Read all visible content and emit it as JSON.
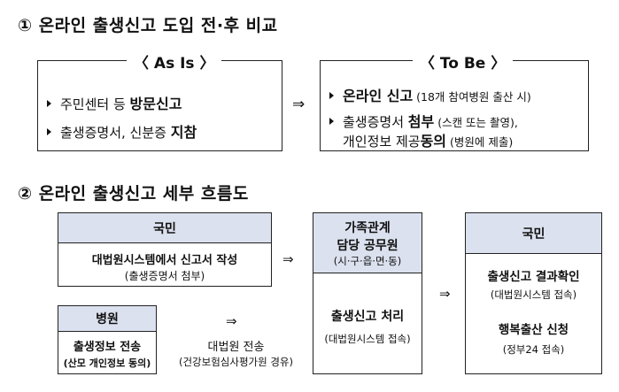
{
  "section1": {
    "title": "① 온라인 출생신고 도입 전·후 비교"
  },
  "asis": {
    "header": "〈 As Is 〉",
    "item1_normal": "주민센터 등 ",
    "item1_bold": "방문신고",
    "item2_normal": "출생증명서, 신분증 ",
    "item2_bold": "지참"
  },
  "compare_arrow": "⇒",
  "tobe": {
    "header": "〈 To Be 〉",
    "item1_bold": "온라인 신고",
    "item1_note": " (18개 참여병원 출산 시)",
    "item2_normal": "출생증명서 ",
    "item2_bold": "첨부",
    "item2_note": " (스캔 또는 촬영),",
    "item3_normal": "개인정보 제공",
    "item3_bold": "동의",
    "item3_note": " (병원에 제출)"
  },
  "section2": {
    "title": "② 온라인 출생신고 세부 흐름도"
  },
  "flow": {
    "citizen": {
      "header": "국민",
      "line1": "대법원시스템에서 신고서 작성",
      "line2": "(출생증명서 첨부)"
    },
    "arrow1": "⇒",
    "hospital": {
      "header": "병원",
      "line1": "출생정보 전송",
      "line2": "(산모 개인정보 동의)"
    },
    "arrow2": "⇒",
    "transfer": {
      "line1": "대법원 전송",
      "line2": "(건강보험심사평가원 경유)"
    },
    "official": {
      "header1": "가족관계",
      "header2": "담당 공무원",
      "header3": "(시·구·읍·면·동)",
      "line1": "출생신고 처리",
      "line2": "(대법원시스템 접속)"
    },
    "arrow3": "⇒",
    "result": {
      "header": "국민",
      "line1": "출생신고 결과확인",
      "line2": "(대법원시스템 접속)",
      "line3": "행복출산 신청",
      "line4": "(정부24 접속)"
    }
  }
}
